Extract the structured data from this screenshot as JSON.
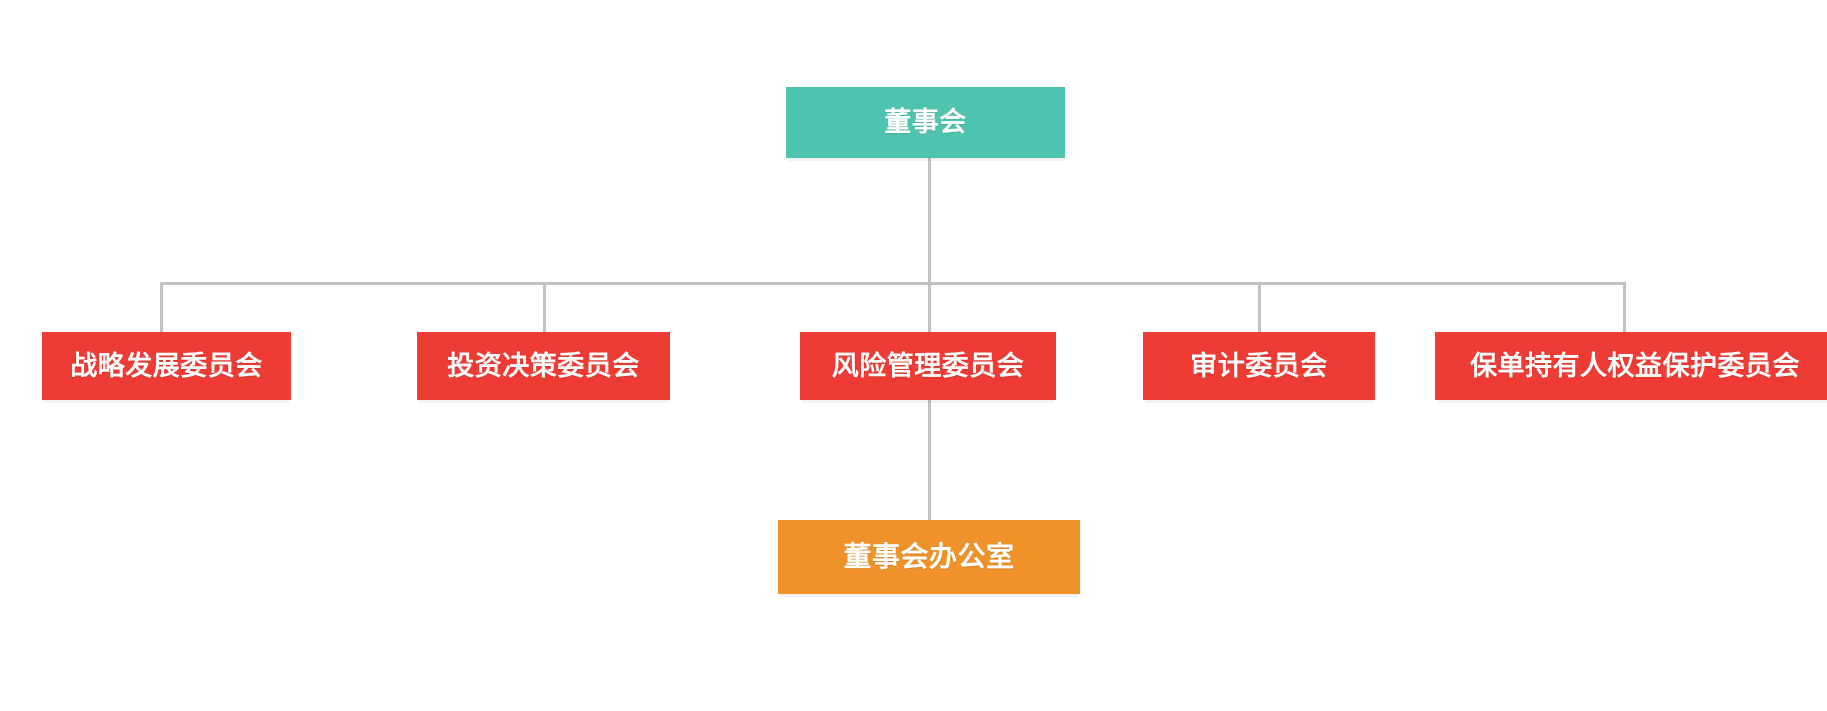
{
  "chart": {
    "type": "org-chart",
    "title": "",
    "background_color": "#ffffff",
    "connector_color": "#c2c2c2",
    "colors": {
      "root": "#4ec3af",
      "committee": "#ee3b33",
      "office": "#ef9229",
      "text": "#ffffff"
    }
  },
  "nodes": {
    "root": {
      "label": "董事会",
      "level": "board",
      "color": "#4ec3af"
    },
    "committees": [
      {
        "label": "战略发展委员会",
        "color": "#ee3b33"
      },
      {
        "label": "投资决策委员会",
        "color": "#ee3b33"
      },
      {
        "label": "风险管理委员会",
        "color": "#ee3b33"
      },
      {
        "label": "审计委员会",
        "color": "#ee3b33"
      },
      {
        "label": "保单持有人权益保护委员会",
        "color": "#ee3b33"
      }
    ],
    "office": {
      "label": "董事会办公室",
      "color": "#ef9229",
      "parent": "风险管理委员会"
    }
  }
}
